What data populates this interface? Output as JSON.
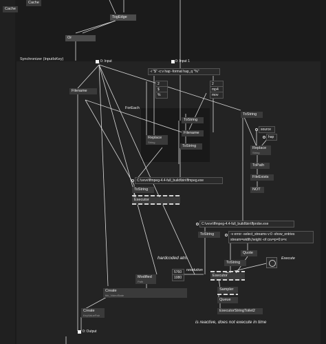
{
  "labels": {
    "cache_left": "Cache",
    "cache_top": "Cache",
    "toggedge": "TogEdge",
    "or": "Or",
    "synchronizer": "Synchronizer (InputIsKey)",
    "input_pin": "0: Input",
    "input1_pin": "0: Input 1",
    "output_pin": "0: Output",
    "ffmpeg_args": "-i \"$\" -c:v hap -format hap_q \"%\"",
    "filename_left": "Filename",
    "foreach": "ForEach",
    "tostring_1": "ToString",
    "tostring_2": "ToString",
    "tostring_3": "ToString",
    "tostring_4": "ToString",
    "tostring_5": "ToString",
    "tostring_6": "ToString",
    "filename_mid": "Filename",
    "replace_mid": "Replace",
    "replace_mid_sub": "String",
    "replace_right": "Replace",
    "replace_right_sub": "String",
    "iobox_2": "2",
    "iobox_dollar": "$",
    "iobox_percent": "%",
    "iobox_2b": "2",
    "iobox_mp4": "mp4",
    "iobox_mov": "mov",
    "source": "source",
    "hap": "hap",
    "topath": "ToPath",
    "fileexists": "FileExists",
    "not": "NOT",
    "ffmpeg_path": "C:\\vvvv\\ffmpeg-4.4-full_build\\bin\\ffmpeg.exe",
    "executor_1": "Executor",
    "ffprobe_path": "C:\\vvvv\\ffmpeg-4.4-full_build\\bin\\ffprobe.exe",
    "ffprobe_args_1": "-v error -select_streams v:0 -show_entries",
    "ffprobe_args_2": "stream=width,height -of csv=p=0:s=x",
    "quote": "Quote",
    "execute_comment": "Execute",
    "hardcoded_comment": "hardcoded atm",
    "res_5760": "5760",
    "res_1080": "1080",
    "resolution": "resolution",
    "executor_2": "Executor",
    "modified": "Modified",
    "modified_sub": "Path",
    "create_big": "Create",
    "create_big_sub": "fbk_VideoState",
    "sampler": "Sampler",
    "queue": "Queue",
    "exec_string_toilet": "ExecutorStringToilet2",
    "create_small": "Create",
    "create_small_sub": "KeyValuePair",
    "reactive_comment": "is reactive, does not execute in time"
  },
  "colors": {
    "background": "#1b1b1b",
    "patch": "#232323",
    "node": "#3a3a3a",
    "wire": "#dcdcdc"
  }
}
